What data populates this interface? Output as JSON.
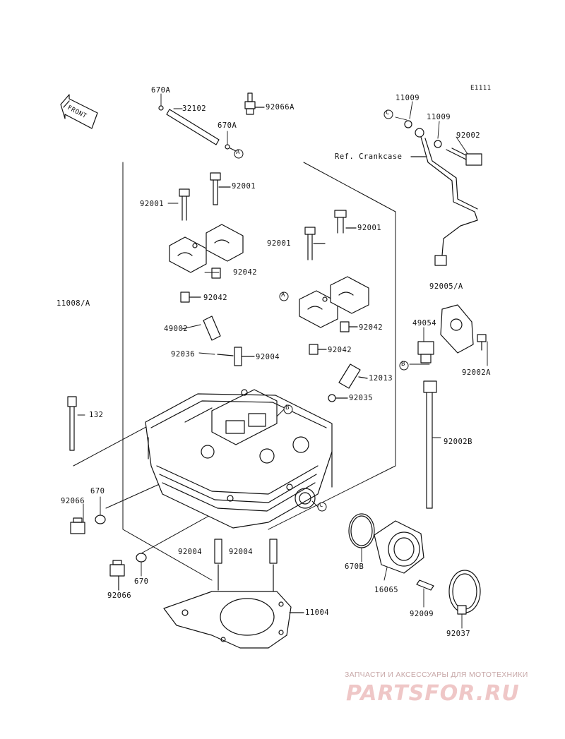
{
  "diagram": {
    "ref_code": "E1111",
    "front_label": "FRONT",
    "ref_crankcase": "Ref. Crankcase",
    "parts": [
      {
        "id": "670a-top",
        "label": "670A"
      },
      {
        "id": "32102",
        "label": "32102"
      },
      {
        "id": "670a-mid",
        "label": "670A"
      },
      {
        "id": "92066a",
        "label": "92066A"
      },
      {
        "id": "92001-a",
        "label": "92001"
      },
      {
        "id": "92001-b",
        "label": "92001"
      },
      {
        "id": "92001-c",
        "label": "92001"
      },
      {
        "id": "92001-d",
        "label": "92001"
      },
      {
        "id": "92042-a",
        "label": "92042"
      },
      {
        "id": "92042-b",
        "label": "92042"
      },
      {
        "id": "92042-c",
        "label": "92042"
      },
      {
        "id": "92042-d",
        "label": "92042"
      },
      {
        "id": "11008a",
        "label": "11008/A"
      },
      {
        "id": "49002",
        "label": "49002"
      },
      {
        "id": "92036",
        "label": "92036"
      },
      {
        "id": "92004-a",
        "label": "92004"
      },
      {
        "id": "12013",
        "label": "12013"
      },
      {
        "id": "92035",
        "label": "92035"
      },
      {
        "id": "132",
        "label": "132"
      },
      {
        "id": "670",
        "label": "670"
      },
      {
        "id": "92066-a",
        "label": "92066"
      },
      {
        "id": "92004-b",
        "label": "92004"
      },
      {
        "id": "92004-c",
        "label": "92004"
      },
      {
        "id": "670-b",
        "label": "670"
      },
      {
        "id": "92066-b",
        "label": "92066"
      },
      {
        "id": "11004",
        "label": "11004"
      },
      {
        "id": "11009-a",
        "label": "11009"
      },
      {
        "id": "11009-b",
        "label": "11009"
      },
      {
        "id": "92002",
        "label": "92002"
      },
      {
        "id": "92005a",
        "label": "92005/A"
      },
      {
        "id": "49054",
        "label": "49054"
      },
      {
        "id": "92002a",
        "label": "92002A"
      },
      {
        "id": "92002b",
        "label": "92002B"
      },
      {
        "id": "670b",
        "label": "670B"
      },
      {
        "id": "16065",
        "label": "16065"
      },
      {
        "id": "92009",
        "label": "92009"
      },
      {
        "id": "92037",
        "label": "92037"
      }
    ],
    "callouts": [
      "A",
      "A",
      "B",
      "B",
      "C",
      "C"
    ]
  },
  "watermark": {
    "tagline": "ЗАПЧАСТИ И АКСЕССУАРЫ ДЛЯ МОТОТЕХНИКИ",
    "brand": "PARTSFOR.RU"
  }
}
